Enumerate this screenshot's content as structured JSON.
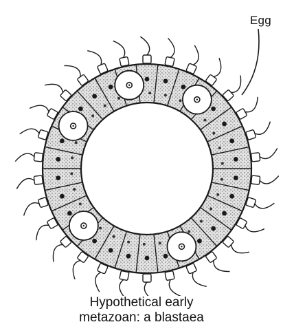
{
  "figure": {
    "callout_label": "Egg",
    "caption_line_1": "Hypothetical early",
    "caption_line_2": "metazoan: a blastaea"
  },
  "colors": {
    "ink": "#1a1a1a",
    "cell_fill": "#d9d9d9",
    "egg_fill": "#ffffff",
    "background": "#ffffff"
  }
}
